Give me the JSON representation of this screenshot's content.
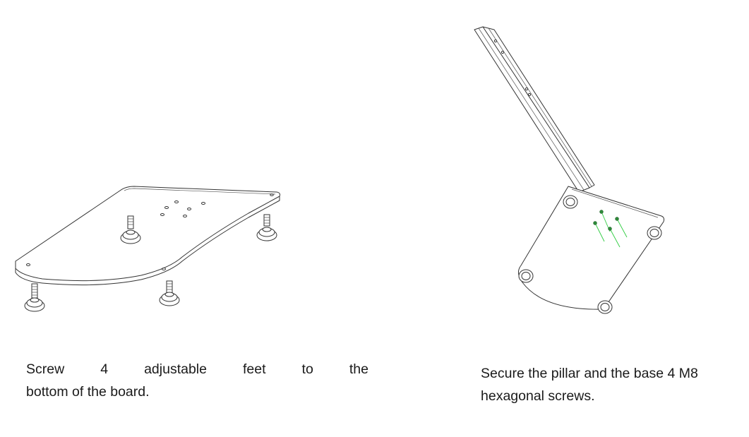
{
  "steps": [
    {
      "caption_words_line1": [
        "Screw",
        "4",
        "adjustable",
        "feet",
        "to",
        "the"
      ],
      "caption_line2": "bottom of the board."
    },
    {
      "caption_line1": "Secure the pillar and the base 4 M8",
      "caption_line2": "hexagonal screws."
    }
  ],
  "colors": {
    "line": "#333333",
    "screw_highlight": "#2ecc40"
  }
}
